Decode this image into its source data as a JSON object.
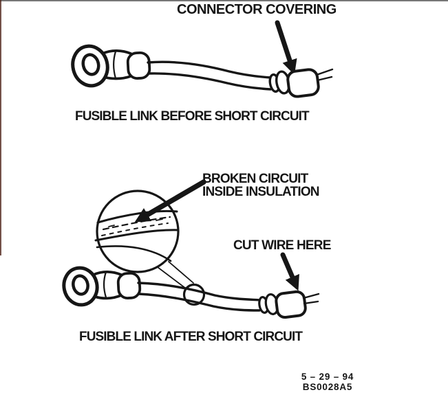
{
  "figure": {
    "labels": {
      "connector_covering": "CONNECTOR COVERING",
      "broken_circuit_line1": "BROKEN CIRCUIT",
      "broken_circuit_line2": "INSIDE INSULATION",
      "cut_wire": "CUT WIRE HERE"
    },
    "captions": {
      "before": "FUSIBLE LINK BEFORE SHORT CIRCUIT",
      "after": "FUSIBLE LINK AFTER SHORT CIRCUIT"
    },
    "footer": {
      "date": "5 – 29 – 94",
      "code": "BS0028A5"
    },
    "colors": {
      "ink": "#161616",
      "paper": "#ffffff"
    }
  }
}
